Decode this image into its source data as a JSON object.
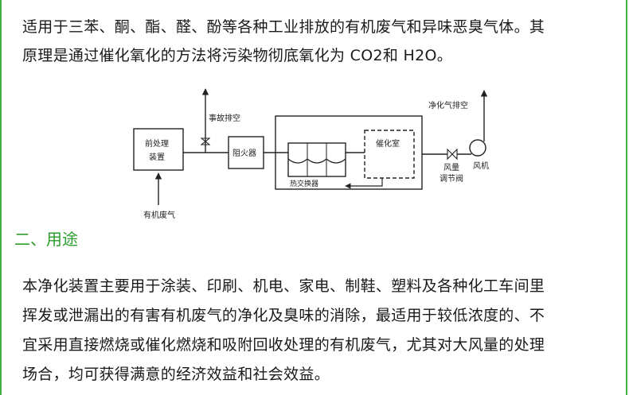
{
  "intro_line1": "适用于三苯、酮、酯、醛、酚等各种工业排放的有机废气和异味恶臭气体。其",
  "intro_line2": "原理是通过催化氧化的方法将污染物彻底氧化为 CO2和 H2O。",
  "diagram": {
    "pretreatment_line1": "前处理",
    "pretreatment_line2": "装置",
    "flame_arrester": "阻火器",
    "catalytic_chamber": "催化室",
    "heat_exchanger": "热交换器",
    "emergency_exhaust": "事故排空",
    "clean_exhaust": "净化气排空",
    "damper_line1": "风量",
    "damper_line2": "调节阀",
    "fan": "风机",
    "organic_waste_gas": "有机废气"
  },
  "section_heading": "二、用途",
  "usage_line1": "本净化装置主要用于涂装、印刷、机电、家电、制鞋、塑料及各种化工车间里",
  "usage_line2": "挥发或泄漏出的有害有机废气的净化及臭味的消除，最适用于较低浓度的、不",
  "usage_line3": "宜采用直接燃烧或催化燃烧和吸附回收处理的有机废气，尤其对大风量的处理",
  "usage_line4": "场合，均可获得满意的经济效益和社会效益。"
}
